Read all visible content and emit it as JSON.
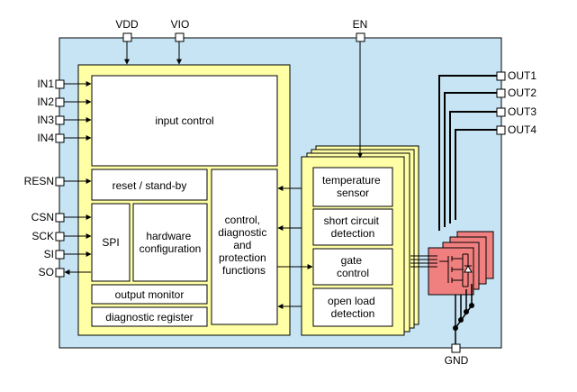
{
  "pins": {
    "vdd": "VDD",
    "vio": "VIO",
    "en": "EN",
    "in1": "IN1",
    "in2": "IN2",
    "in3": "IN3",
    "in4": "IN4",
    "resn": "RESN",
    "csn": "CSN",
    "sck": "SCK",
    "si": "SI",
    "so": "SO",
    "out1": "OUT1",
    "out2": "OUT2",
    "out3": "OUT3",
    "out4": "OUT4",
    "gnd": "GND"
  },
  "blocks": {
    "input_control": "input control",
    "reset_standby": "reset  / stand-by",
    "spi": "SPI",
    "hardware_configuration": [
      "hardware",
      "configuration"
    ],
    "control_functions": [
      "control,",
      "diagnostic",
      "and",
      "protection",
      "functions"
    ],
    "output_monitor": "output monitor",
    "diagnostic_register": "diagnostic register",
    "temperature_sensor": [
      "temperature",
      "sensor"
    ],
    "short_circuit_detection": [
      "short circuit",
      "detection"
    ],
    "gate_control": [
      "gate",
      "control"
    ],
    "open_load_detection": [
      "open load",
      "detection"
    ]
  },
  "colors": {
    "chip_background": "#c6e4f3",
    "logic_yellow": "#ffffa6",
    "power_stage_red": "#f08080",
    "block_white": "#ffffff",
    "line_black": "#000000"
  }
}
